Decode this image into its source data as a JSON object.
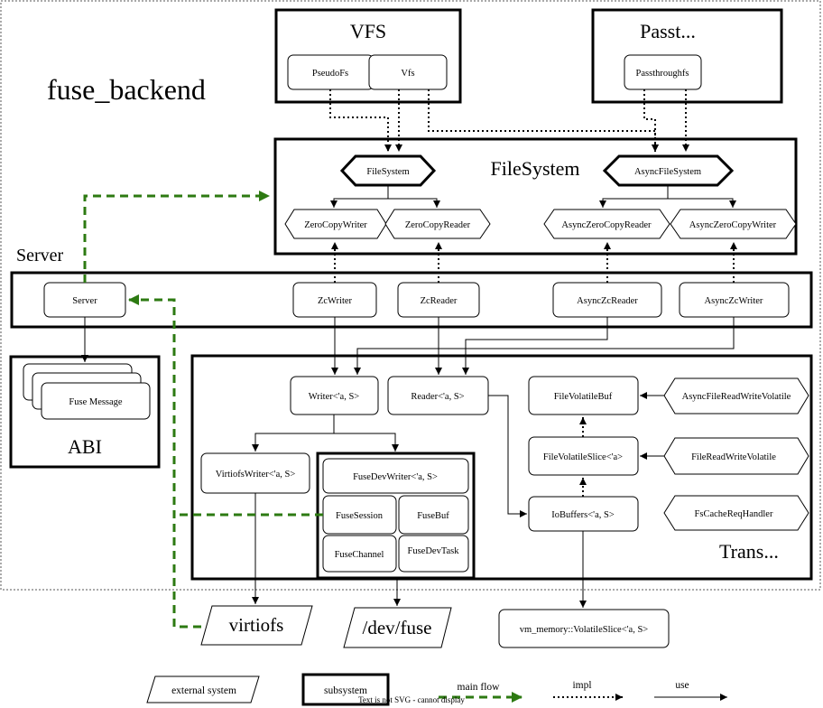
{
  "labels": {
    "fuse_backend": "fuse_backend",
    "vfs_title": "VFS",
    "pseudofs": "PseudoFs",
    "vfs": "Vfs",
    "passt_title": "Passt...",
    "passthroughfs": "Passthroughfs",
    "filesystem_title": "FileSystem",
    "filesystem_trait": "FileSystem",
    "async_filesystem_trait": "AsyncFileSystem",
    "zero_copy_writer": "ZeroCopyWriter",
    "zero_copy_reader": "ZeroCopyReader",
    "async_zero_copy_reader": "AsyncZeroCopyReader",
    "async_zero_copy_writer": "AsyncZeroCopyWriter",
    "server_title": "Server",
    "server": "Server",
    "zc_writer": "ZcWriter",
    "zc_reader": "ZcReader",
    "async_zc_reader": "AsyncZcReader",
    "async_zc_writer": "AsyncZcWriter",
    "fuse_message": "Fuse Message",
    "abi_title": "ABI",
    "writer": "Writer<'a, S>",
    "reader": "Reader<'a, S>",
    "file_volatile_buf": "FileVolatileBuf",
    "async_file_read_write_volatile": "AsyncFileReadWriteVolatile",
    "file_volatile_slice": "FileVolatileSlice<'a>",
    "file_read_write_volatile": "FileReadWriteVolatile",
    "virtiofs_writer": "VirtiofsWriter<'a, S>",
    "fuse_dev_writer": "FuseDevWriter<'a, S>",
    "fuse_session": "FuseSession",
    "fuse_buf": "FuseBuf",
    "fuse_channel": "FuseChannel",
    "fuse_dev_task": "FuseDevTask",
    "io_buffers": "IoBuffers<'a, S>",
    "fs_cache_req_handler": "FsCacheReqHandler",
    "trans_title": "Trans...",
    "virtiofs": "virtiofs",
    "dev_fuse": "/dev/fuse",
    "vm_memory_slice": "vm_memory::VolatileSlice<'a, S>"
  },
  "legend": {
    "external_system": "external system",
    "subsystem": "subsystem",
    "main_flow": "main flow",
    "impl": "impl",
    "use": "use",
    "svg_note": "Text is not SVG - cannot display"
  },
  "colors": {
    "main_flow": "#2d7a12",
    "stroke": "#000000",
    "background": "#ffffff"
  }
}
